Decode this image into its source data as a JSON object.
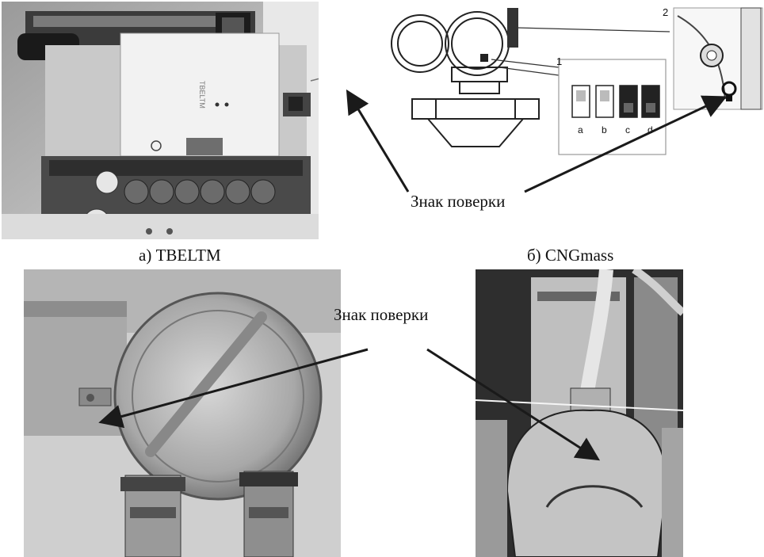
{
  "figure": {
    "panel_a": {
      "caption": "а) TBELTM",
      "board_text": "TBELTM"
    },
    "panel_b": {
      "caption": "б) CNGmass",
      "callout_number_1": "1",
      "callout_number_2": "2",
      "switch_labels": [
        "a",
        "b",
        "c",
        "d"
      ]
    },
    "callout_top": "Знак поверки",
    "callout_bottom": "Знак поверки"
  }
}
